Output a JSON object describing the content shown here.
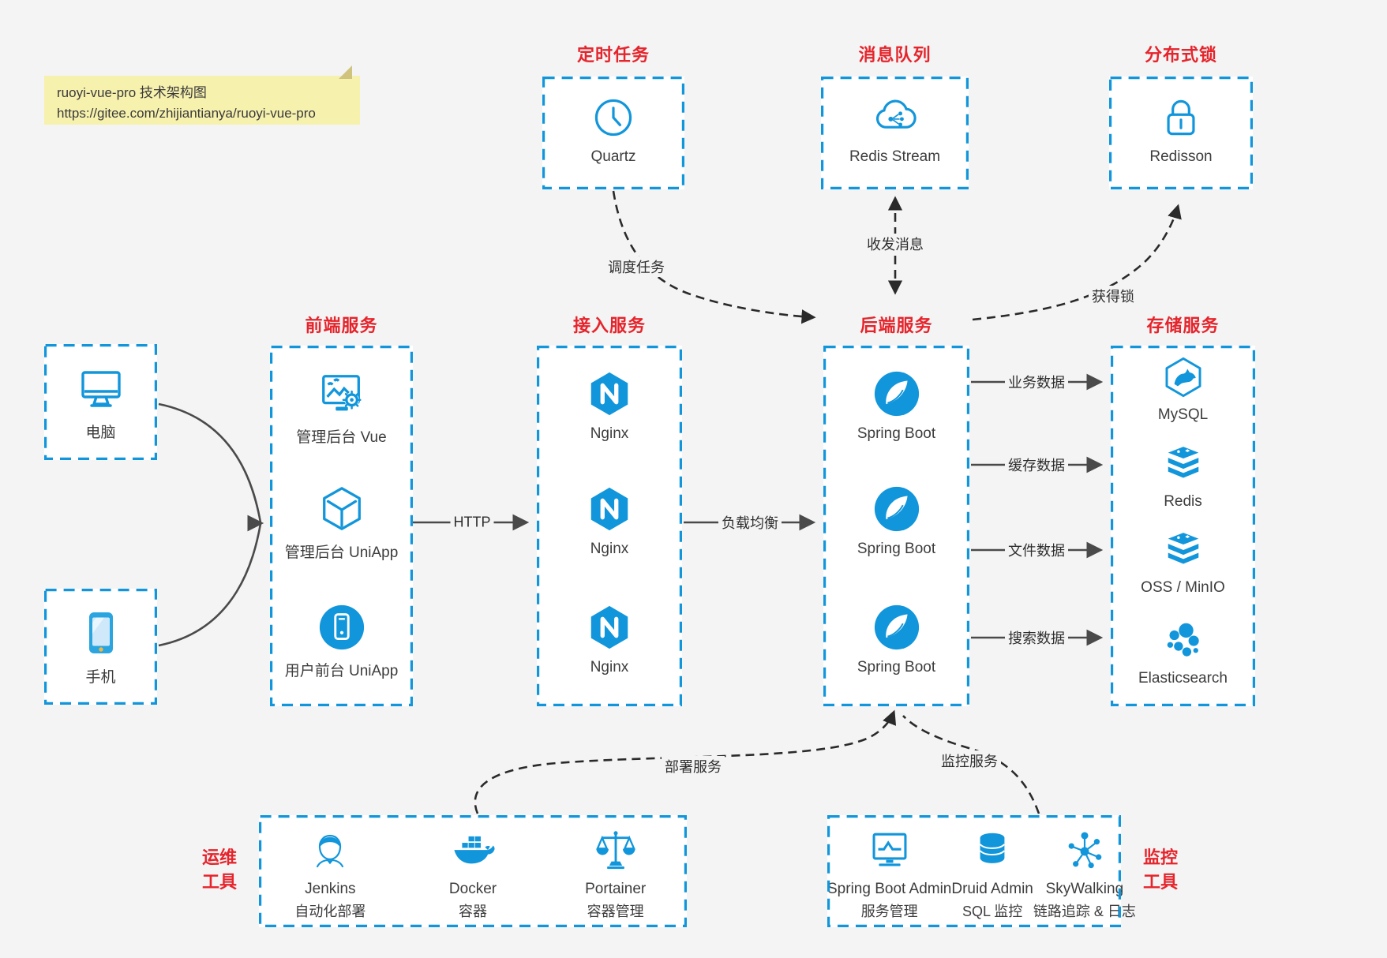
{
  "page": {
    "background": "#f4f4f5"
  },
  "colors": {
    "accent_blue": "#1296db",
    "title_red": "#e6242b",
    "arrow_solid": "#4a4a4a",
    "arrow_dashed": "#2a2a2a",
    "note_bg": "#f7f1ae"
  },
  "note": {
    "line1": "ruoyi-vue-pro 技术架构图",
    "line2": "https://gitee.com/zhijiantianya/ruoyi-vue-pro"
  },
  "top_groups": [
    {
      "title": "定时任务",
      "item": {
        "icon": "clock-icon",
        "label": "Quartz"
      }
    },
    {
      "title": "消息队列",
      "item": {
        "icon": "cloud-stream-icon",
        "label": "Redis Stream"
      }
    },
    {
      "title": "分布式锁",
      "item": {
        "icon": "lock-icon",
        "label": "Redisson"
      }
    }
  ],
  "clients": [
    {
      "icon": "computer-icon",
      "label": "电脑"
    },
    {
      "icon": "phone-icon",
      "label": "手机"
    }
  ],
  "columns": [
    {
      "title": "前端服务",
      "items": [
        {
          "icon": "admin-vue-icon",
          "label": "管理后台 Vue"
        },
        {
          "icon": "cube-icon",
          "label": "管理后台 UniApp"
        },
        {
          "icon": "user-app-icon",
          "label": "用户前台 UniApp"
        }
      ]
    },
    {
      "title": "接入服务",
      "items": [
        {
          "icon": "nginx-icon",
          "label": "Nginx"
        },
        {
          "icon": "nginx-icon",
          "label": "Nginx"
        },
        {
          "icon": "nginx-icon",
          "label": "Nginx"
        }
      ]
    },
    {
      "title": "后端服务",
      "items": [
        {
          "icon": "spring-boot-icon",
          "label": "Spring Boot"
        },
        {
          "icon": "spring-boot-icon",
          "label": "Spring Boot"
        },
        {
          "icon": "spring-boot-icon",
          "label": "Spring Boot"
        }
      ]
    },
    {
      "title": "存储服务",
      "items": [
        {
          "icon": "mysql-icon",
          "label": "MySQL"
        },
        {
          "icon": "redis-icon",
          "label": "Redis"
        },
        {
          "icon": "storage-stack-icon",
          "label": "OSS / MinIO"
        },
        {
          "icon": "elasticsearch-icon",
          "label": "Elasticsearch"
        }
      ]
    }
  ],
  "bottom_groups": [
    {
      "title_line1": "运维",
      "title_line2": "工具",
      "items": [
        {
          "icon": "jenkins-icon",
          "label": "Jenkins",
          "sublabel": "自动化部署"
        },
        {
          "icon": "docker-icon",
          "label": "Docker",
          "sublabel": "容器"
        },
        {
          "icon": "portainer-icon",
          "label": "Portainer",
          "sublabel": "容器管理"
        }
      ]
    },
    {
      "title_line1": "监控",
      "title_line2": "工具",
      "items": [
        {
          "icon": "spring-boot-admin-icon",
          "label": "Spring Boot Admin",
          "sublabel": "服务管理"
        },
        {
          "icon": "druid-icon",
          "label": "Druid Admin",
          "sublabel": "SQL 监控"
        },
        {
          "icon": "skywalking-icon",
          "label": "SkyWalking",
          "sublabel": "链路追踪 & 日志"
        }
      ]
    }
  ],
  "edge_labels": {
    "http": "HTTP",
    "load_balance": "负载均衡",
    "business_data": "业务数据",
    "cache_data": "缓存数据",
    "file_data": "文件数据",
    "search_data": "搜索数据",
    "schedule_task": "调度任务",
    "send_receive_message": "收发消息",
    "acquire_lock": "获得锁",
    "deploy_service": "部署服务",
    "monitor_service": "监控服务"
  }
}
